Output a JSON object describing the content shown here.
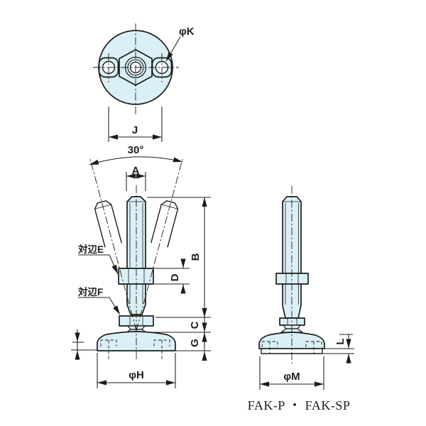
{
  "colors": {
    "part_fill": "#daf0f6",
    "line_color": "#1c1c1c",
    "background": "#ffffff"
  },
  "top_view": {
    "phi_k_label": "φK",
    "j_label": "J"
  },
  "front_view": {
    "angle_label": "30°",
    "a_label": "A",
    "b_label": "B",
    "c_label": "C",
    "d_label": "D",
    "g_label": "G",
    "phi_h_label": "φH",
    "width_across_flats_e_label": "対辺E",
    "width_across_flats_f_label": "対辺F"
  },
  "side_view": {
    "l_label": "L",
    "phi_m_label": "φM"
  },
  "caption": "FAK-P ・ FAK-SP"
}
